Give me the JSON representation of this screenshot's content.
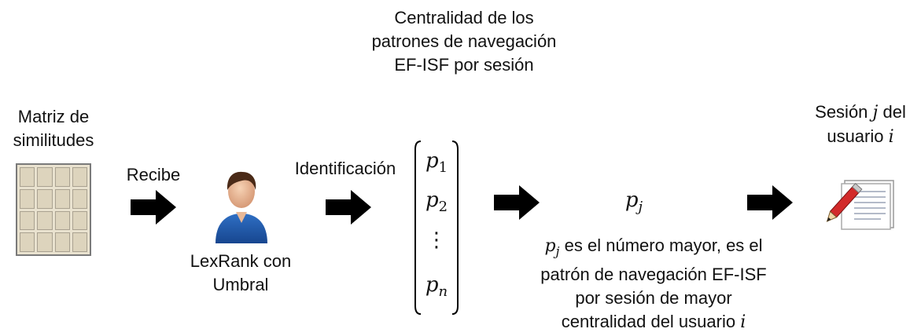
{
  "top_caption": [
    "Centralidad de los",
    "patrones de navegación",
    "EF-ISF por sesión"
  ],
  "matrix": {
    "label_1": "Matriz de",
    "label_2": "similitudes"
  },
  "recibe_label": "Recibe",
  "user": {
    "label_1": "LexRank con",
    "label_2": "Umbral"
  },
  "identificacion_label": "Identificación",
  "vector": {
    "p1": "p",
    "p1_sub": "1",
    "p2": "p",
    "p2_sub": "2",
    "dots": "⋮",
    "pn": "p",
    "pn_sub": "n"
  },
  "pj": {
    "symbol": "p",
    "sub": "j"
  },
  "explanation": {
    "line1_rest": "es el número mayor, es el",
    "line2": "patrón de navegación EF-ISF",
    "line3": "por sesión de mayor",
    "line4_text": "centralidad del usuario",
    "line4_var": "i"
  },
  "session": {
    "line1_a": "Sesión",
    "line1_var": "j",
    "line1_b": "del",
    "line2_a": "usuario",
    "line2_var": "i"
  },
  "icons": [
    "grid-matrix-icon",
    "user-person-icon",
    "document-pencil-icon",
    "right-arrow-icon"
  ]
}
